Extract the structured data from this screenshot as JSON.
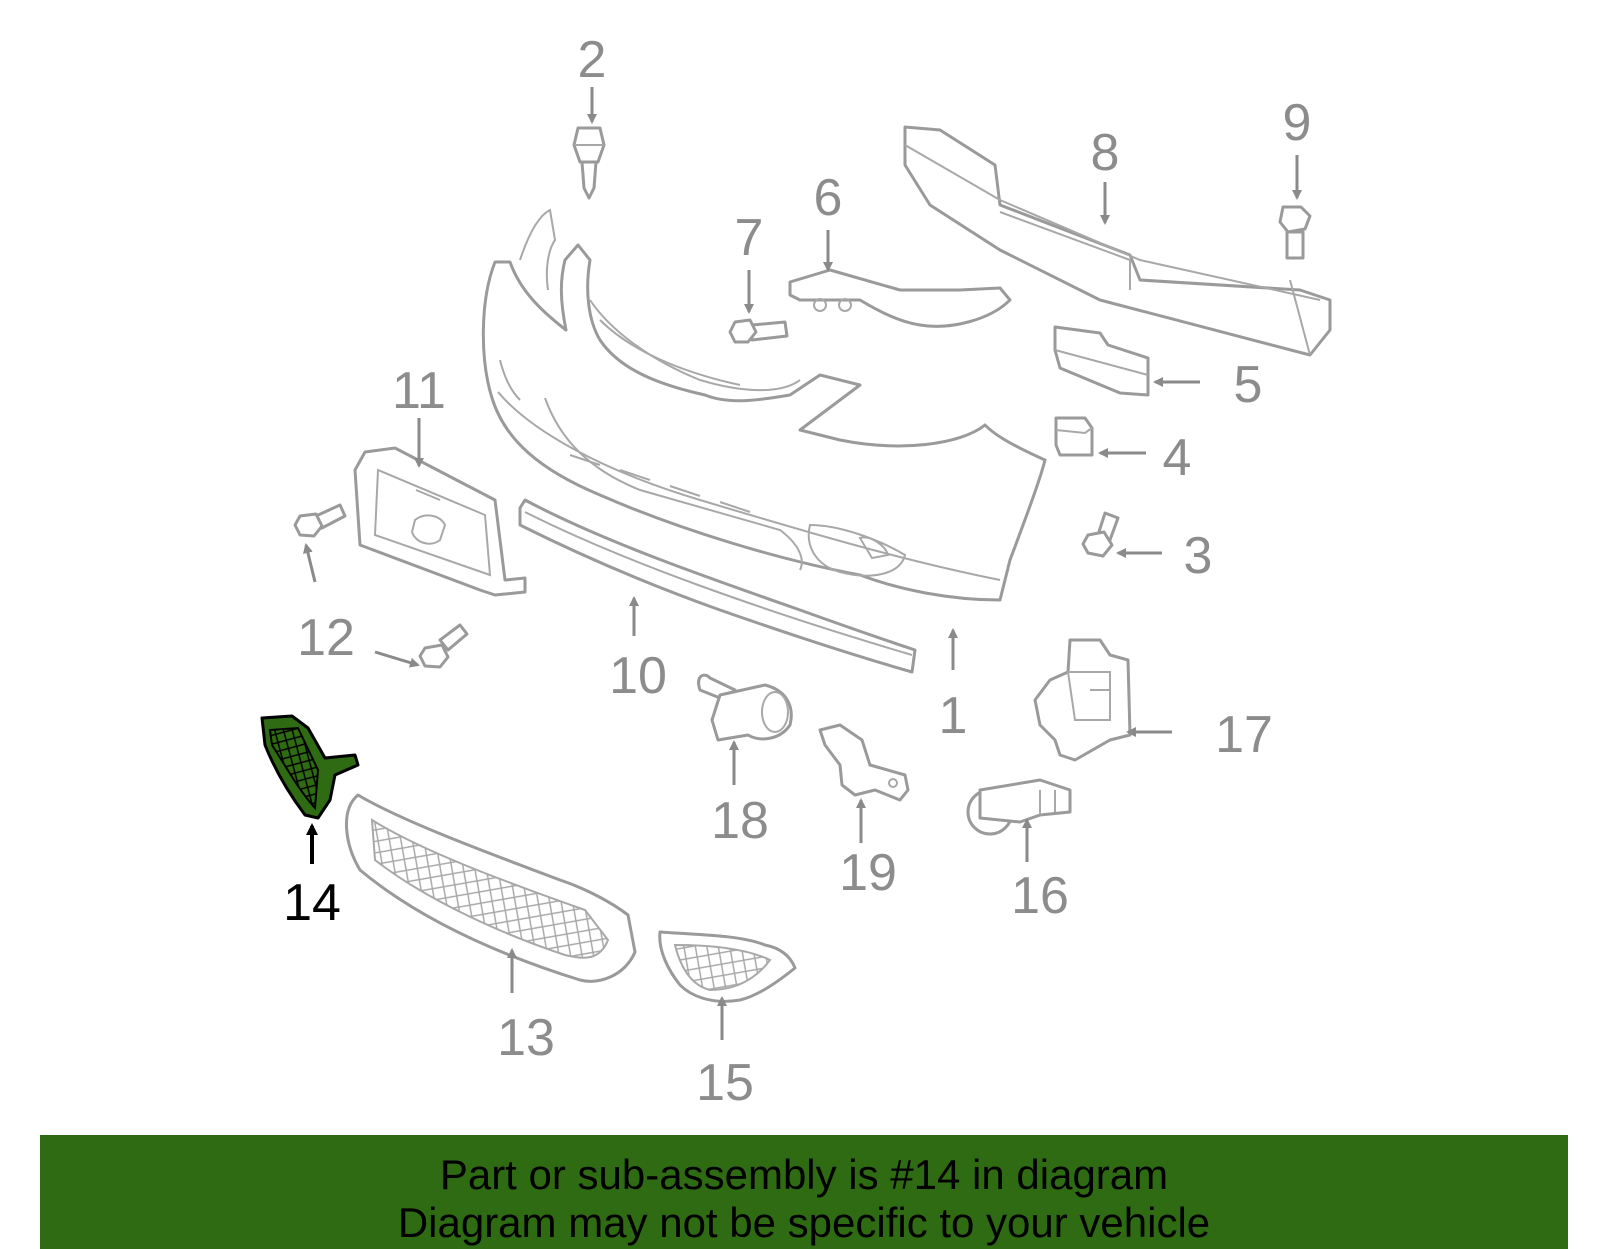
{
  "diagram": {
    "highlight_color": "#2e6b12",
    "callouts": [
      {
        "id": "1",
        "label": "1"
      },
      {
        "id": "2",
        "label": "2"
      },
      {
        "id": "3",
        "label": "3"
      },
      {
        "id": "4",
        "label": "4"
      },
      {
        "id": "5",
        "label": "5"
      },
      {
        "id": "6",
        "label": "6"
      },
      {
        "id": "7",
        "label": "7"
      },
      {
        "id": "8",
        "label": "8"
      },
      {
        "id": "9",
        "label": "9"
      },
      {
        "id": "10",
        "label": "10"
      },
      {
        "id": "11",
        "label": "11"
      },
      {
        "id": "12",
        "label": "12"
      },
      {
        "id": "13",
        "label": "13"
      },
      {
        "id": "14",
        "label": "14",
        "highlighted": true
      },
      {
        "id": "15",
        "label": "15"
      },
      {
        "id": "16",
        "label": "16"
      },
      {
        "id": "17",
        "label": "17"
      },
      {
        "id": "18",
        "label": "18"
      },
      {
        "id": "19",
        "label": "19"
      }
    ]
  },
  "footer": {
    "line1": "Part or sub-assembly is #14 in diagram",
    "line2": "Diagram may not be specific to your vehicle",
    "background": "#2e6b12"
  }
}
